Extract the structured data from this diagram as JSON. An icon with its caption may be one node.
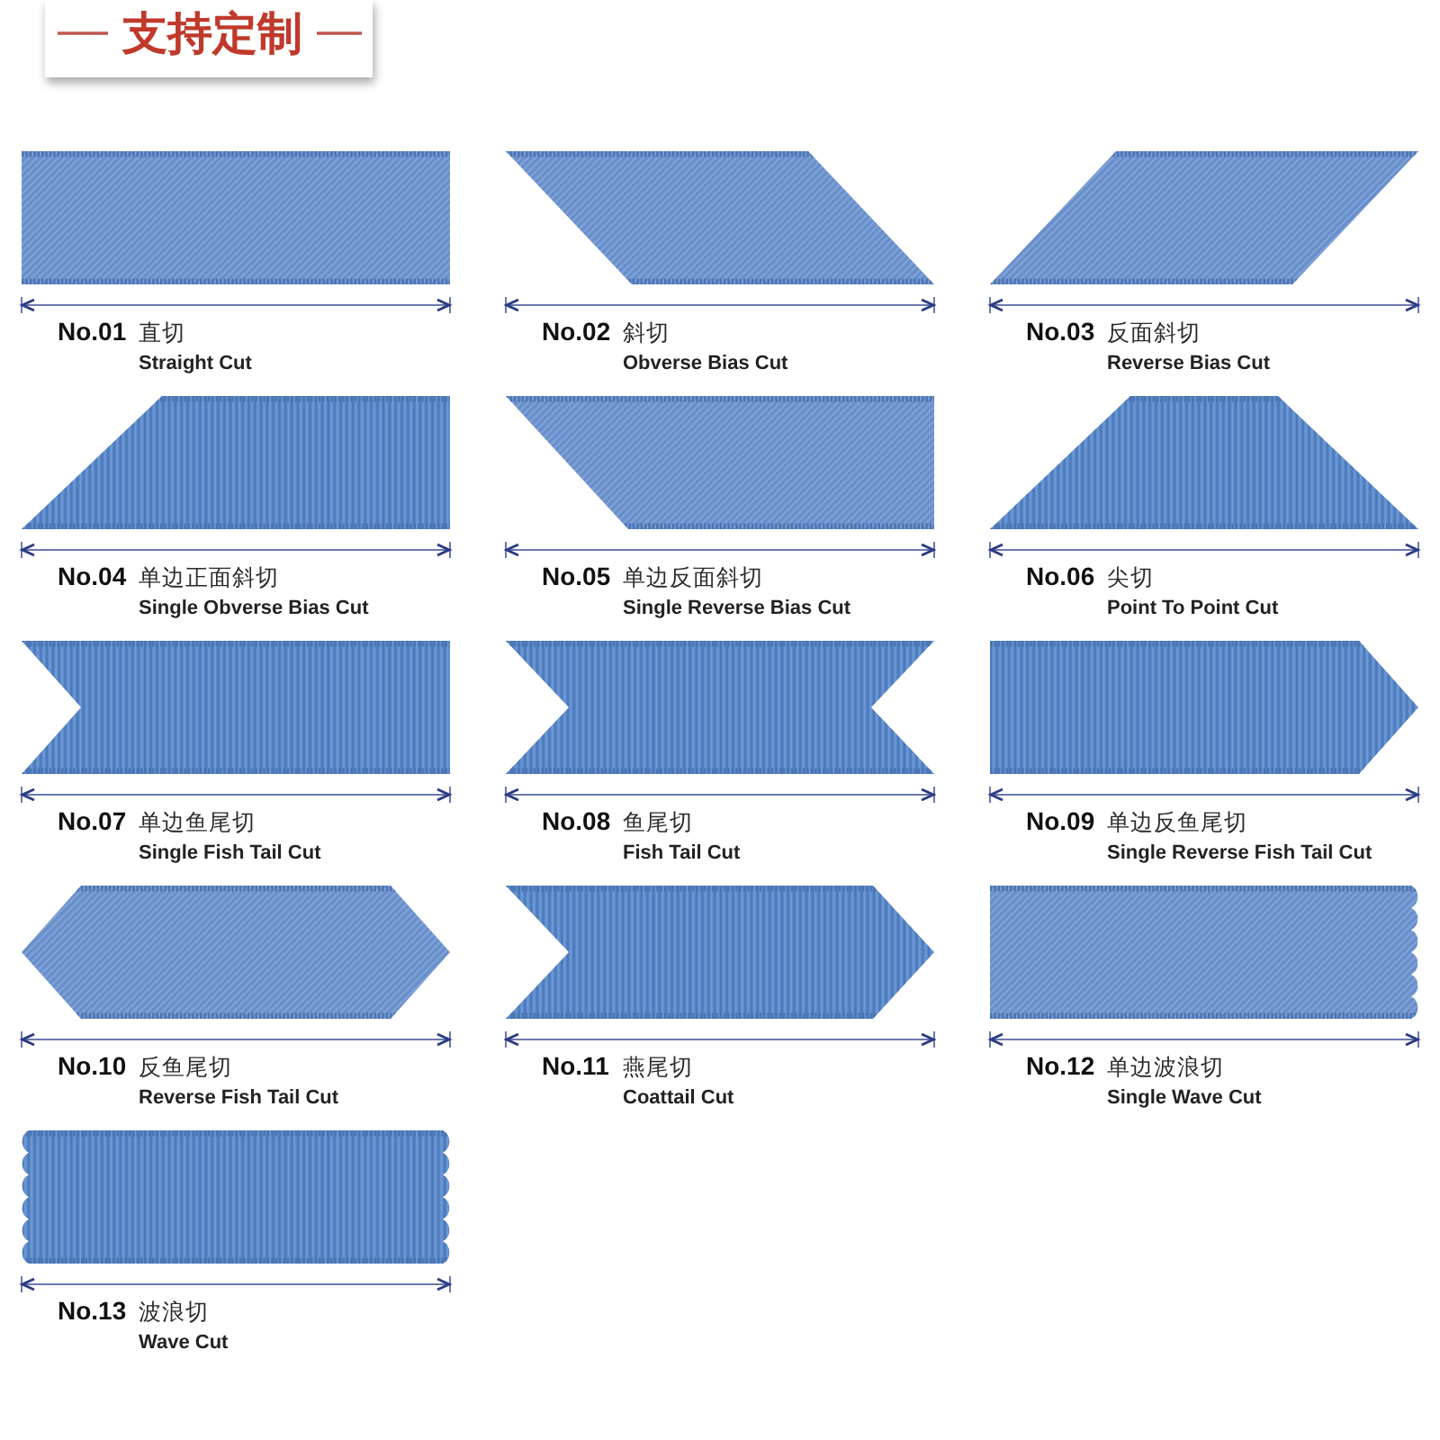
{
  "diagram": {
    "title": "支持定制",
    "labels": [
      "No.01",
      "直切",
      "Straight Cut",
      "No.02",
      "斜切",
      "Obverse Bias Cut",
      "No.03",
      "反面斜切",
      "Reverse Bias Cut",
      "No.04",
      "单边正面斜切",
      "Single Obverse Bias Cut",
      "No.05",
      "单边反面斜切",
      "Single Reverse Bias Cut",
      "No.06",
      "尖切",
      "Point To Point Cut",
      "No.07",
      "单边鱼尾切",
      "Single Fish Tail Cut",
      "No.08",
      "鱼尾切",
      "Fish Tail Cut",
      "No.09",
      "单边反鱼尾切",
      "Single Reverse Fish Tail Cut",
      "No.10",
      "反鱼尾切",
      "Reverse Fish Tail Cut",
      "No.11",
      "燕尾切",
      "Coattail Cut",
      "No.12",
      "单边波浪切",
      "Single Wave Cut",
      "No.13",
      "波浪切",
      "Wave Cut"
    ]
  }
}
